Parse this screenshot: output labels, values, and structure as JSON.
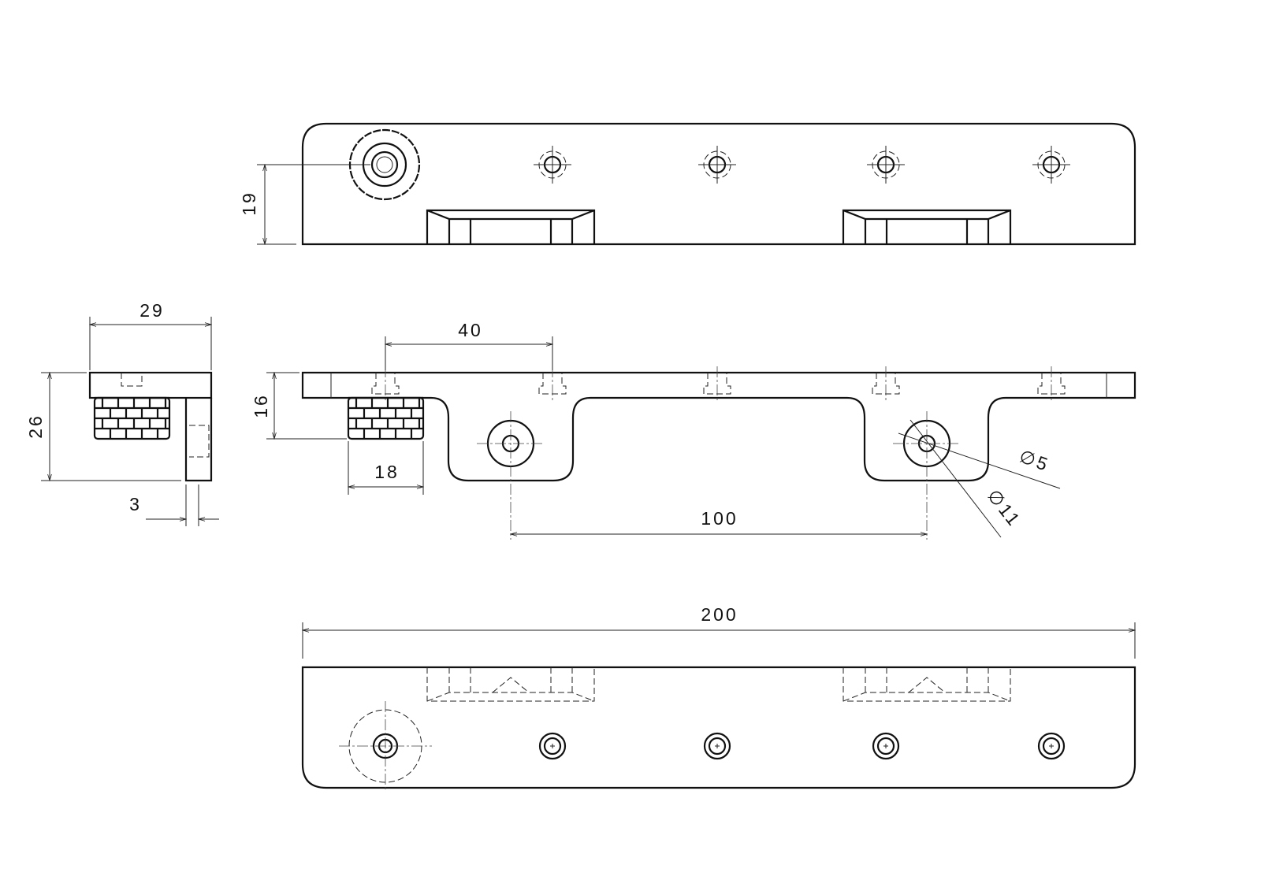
{
  "drawing": {
    "views": [
      "top-view",
      "front-view",
      "side-view",
      "bottom-view"
    ],
    "dimensions": {
      "top_height": "19",
      "side_width": "29",
      "side_height": "26",
      "leg_thickness": "3",
      "hole_spacing_first": "40",
      "front_height": "16",
      "knob_width": "18",
      "tab_spacing": "100",
      "hole_inner_diameter": "∅5",
      "hole_outer_diameter": "∅11",
      "overall_length": "200"
    },
    "line_color": "#111111"
  }
}
